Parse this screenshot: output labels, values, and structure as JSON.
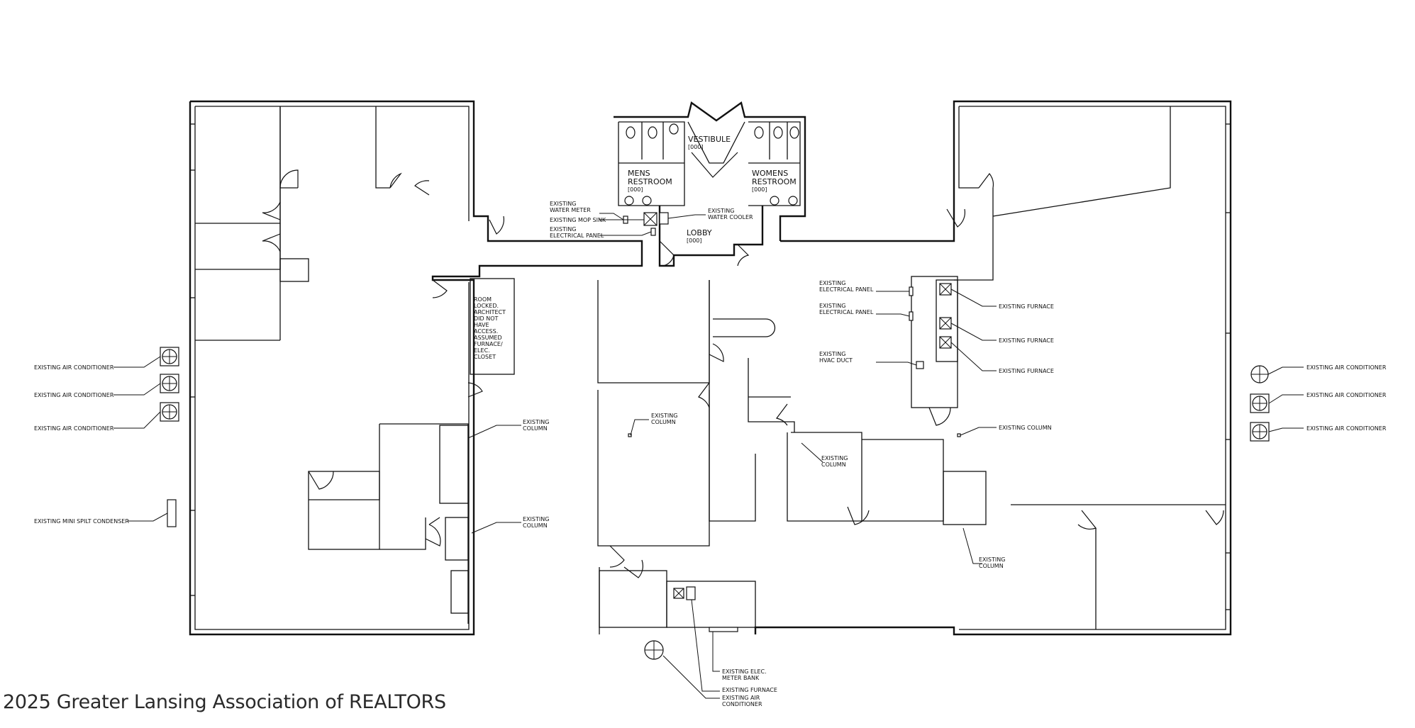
{
  "watermark": "2025 Greater Lansing Association of REALTORS",
  "rooms": {
    "vestibule": {
      "name": "VESTIBULE",
      "num": "[000]"
    },
    "mens": {
      "name1": "MENS",
      "name2": "RESTROOM",
      "num": "[000]"
    },
    "womens": {
      "name1": "WOMENS",
      "name2": "RESTROOM",
      "num": "[000]"
    },
    "lobby": {
      "name": "LOBBY",
      "num": "[000]"
    },
    "locked_note": [
      "ROOM",
      "LOCKED.",
      "ARCHITECT",
      "DID NOT",
      "HAVE",
      "ACCESS.",
      "ASSUMED",
      "FURNACE/",
      "ELEC.",
      "CLOSET"
    ]
  },
  "callouts": {
    "water_meter": [
      "EXISTING",
      "WATER METER"
    ],
    "mop_sink": [
      "EXISTING MOP SINK"
    ],
    "elec_panel_lobby": [
      "EXISTING",
      "ELECTRICAL PANEL"
    ],
    "water_cooler": [
      "EXISTING",
      "WATER COOLER"
    ],
    "ac_left_1": [
      "EXISTING AIR CONDITIONER"
    ],
    "ac_left_2": [
      "EXISTING AIR CONDITIONER"
    ],
    "ac_left_3": [
      "EXISTING AIR CONDITIONER"
    ],
    "mini_split": [
      "EXISTING MINI SPILT CONDENSER"
    ],
    "column_1": [
      "EXISTING",
      "COLUMN"
    ],
    "column_2": [
      "EXISTING",
      "COLUMN"
    ],
    "column_3": [
      "EXISTING",
      "COLUMN"
    ],
    "column_4": [
      "EXISTING",
      "COLUMN"
    ],
    "column_5": [
      "EXISTING COLUMN"
    ],
    "column_6": [
      "EXISTING",
      "COLUMN"
    ],
    "elec_panel_r1": [
      "EXISTING",
      "ELECTRICAL PANEL"
    ],
    "elec_panel_r2": [
      "EXISTING",
      "ELECTRICAL PANEL"
    ],
    "hvac_duct": [
      "EXISTING",
      "HVAC DUCT"
    ],
    "furnace_1": [
      "EXISTING FURNACE"
    ],
    "furnace_2": [
      "EXISTING FURNACE"
    ],
    "furnace_3": [
      "EXISTING FURNACE"
    ],
    "ac_right_1": [
      "EXISTING AIR CONDITIONER"
    ],
    "ac_right_2": [
      "EXISTING AIR CONDITIONER"
    ],
    "ac_right_3": [
      "EXISTING AIR CONDITIONER"
    ],
    "meter_bank": [
      "EXISTING ELEC.",
      "METER BANK"
    ],
    "furnace_bottom": [
      "EXISTING FURNACE"
    ],
    "ac_bottom": [
      "EXISTING AIR",
      "CONDITIONER"
    ]
  },
  "icons": [
    "air-conditioner-icon",
    "furnace-icon",
    "toilet-icon",
    "sink-icon",
    "column-icon"
  ]
}
